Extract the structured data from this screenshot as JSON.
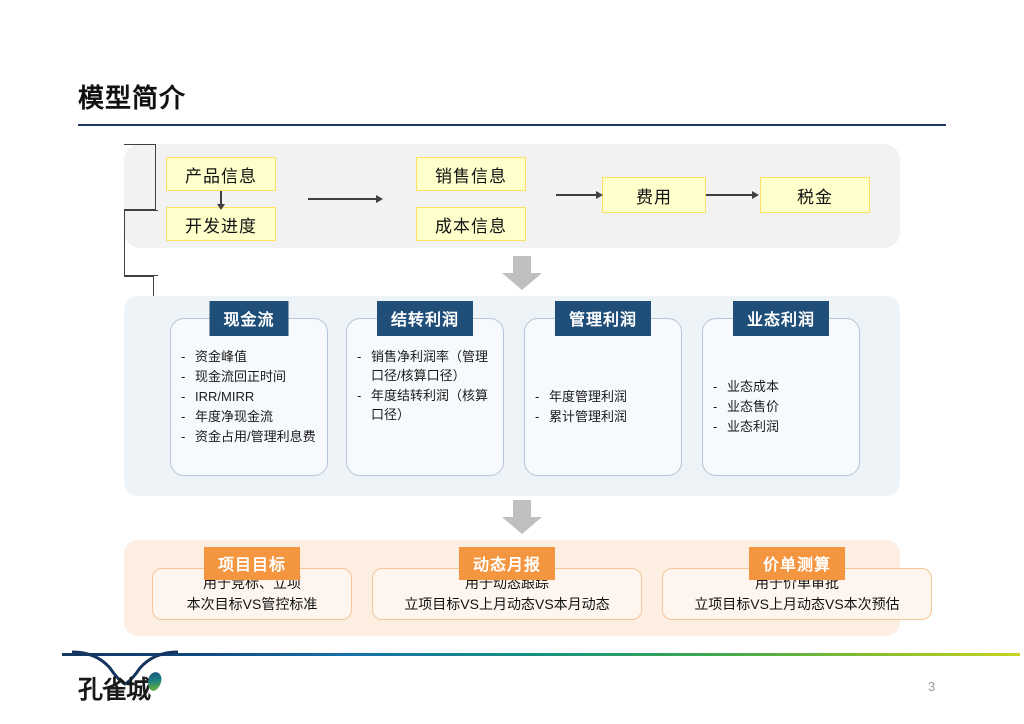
{
  "slide": {
    "title": "模型简介",
    "page_number": "3"
  },
  "flow": {
    "boxes": [
      {
        "id": "product",
        "label": "产品信息"
      },
      {
        "id": "progress",
        "label": "开发进度"
      },
      {
        "id": "sales",
        "label": "销售信息"
      },
      {
        "id": "cost",
        "label": "成本信息"
      },
      {
        "id": "fee",
        "label": "费用"
      },
      {
        "id": "tax",
        "label": "税金"
      }
    ]
  },
  "metrics": {
    "cards": [
      {
        "title": "现金流",
        "items": [
          "资金峰值",
          "现金流回正时间",
          "IRR/MIRR",
          "年度净现金流",
          "资金占用/管理利息费"
        ],
        "centered": false
      },
      {
        "title": "结转利润",
        "items": [
          "销售净利润率（管理口径/核算口径）",
          "年度结转利润（核算口径）"
        ],
        "centered": false
      },
      {
        "title": "管理利润",
        "items": [
          "年度管理利润",
          "累计管理利润"
        ],
        "centered": true
      },
      {
        "title": "业态利润",
        "items": [
          "业态成本",
          "业态售价",
          "业态利润"
        ],
        "centered": true
      }
    ],
    "bullet_marker": "-"
  },
  "outputs": {
    "cards": [
      {
        "title": "项目目标",
        "line1": "用于竞标、立项",
        "line2": "本次目标VS管控标准"
      },
      {
        "title": "动态月报",
        "line1": "用于动态跟踪",
        "line2": "立项目标VS上月动态VS本月动态"
      },
      {
        "title": "价单测算",
        "line1": "用于价单审批",
        "line2": "立项目标VS上月动态VS本次预估"
      }
    ]
  },
  "footer": {
    "logo_text": "孔雀城"
  },
  "colors": {
    "title_rule": "#1f3864",
    "flow_box_fill": "#ffffcc",
    "flow_box_border": "#ffe066",
    "metrics_band": "#eef3f8",
    "metrics_badge": "#1f4e79",
    "outputs_band": "#fdeee2",
    "outputs_badge": "#f4953f",
    "connector": "#404040",
    "fat_arrow": "#bfbfbf"
  }
}
